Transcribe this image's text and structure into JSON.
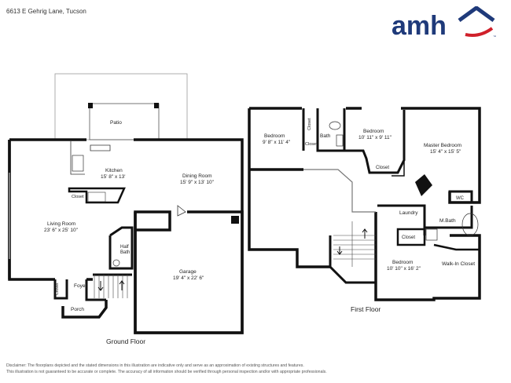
{
  "header": {
    "address": "6613 E Gehrig Lane, Tucson",
    "logo_text": "amh"
  },
  "colors": {
    "brand_blue": "#1f3a7a",
    "brand_red": "#d0202a",
    "wall": "#111111"
  },
  "ground_floor": {
    "label": "Ground Floor",
    "rooms": {
      "patio": {
        "name": "Patio"
      },
      "kitchen": {
        "name": "Kitchen",
        "dims": "15' 8\" x 13'"
      },
      "kitchen_closet": {
        "name": "Closet"
      },
      "dining": {
        "name": "Dining Room",
        "dims": "15' 9\" x 13' 10\""
      },
      "living": {
        "name": "Living Room",
        "dims": "23' 6\" x 25' 10\""
      },
      "half_bath": {
        "name": "Half Bath"
      },
      "garage": {
        "name": "Garage",
        "dims": "19' 4\" x 22' 6\""
      },
      "closet": {
        "name": "Closet"
      },
      "foyer": {
        "name": "Foyer"
      },
      "porch": {
        "name": "Porch"
      }
    }
  },
  "first_floor": {
    "label": "First Floor",
    "rooms": {
      "bedroom_a": {
        "name": "Bedroom",
        "dims": "9' 8\" x 11' 4\""
      },
      "closet_a": {
        "name": "Closet"
      },
      "closet_b": {
        "name": "Closet"
      },
      "bath": {
        "name": "Bath"
      },
      "bedroom_b": {
        "name": "Bedroom",
        "dims": "10' 11\" x 9' 11\""
      },
      "closet_c": {
        "name": "Closet"
      },
      "master": {
        "name": "Master Bedroom",
        "dims": "15' 4\" x 15' 5\""
      },
      "wc": {
        "name": "WC"
      },
      "laundry": {
        "name": "Laundry"
      },
      "mbath": {
        "name": "M.Bath"
      },
      "closet_d": {
        "name": "Closet"
      },
      "bedroom_c": {
        "name": "Bedroom",
        "dims": "10' 10\" x 16' 2\""
      },
      "walkin": {
        "name": "Walk-In Closet"
      }
    }
  },
  "disclaimer": {
    "line1": "Disclaimer: The floorplans depicted and the stated dimensions in this illustration are indicative only and serve as an approximation of existing structures and features.",
    "line2": "This illustration is not guaranteed to be accurate or complete. The accuracy of all information should be verified through personal inspection and/or with appropriate professionals."
  }
}
